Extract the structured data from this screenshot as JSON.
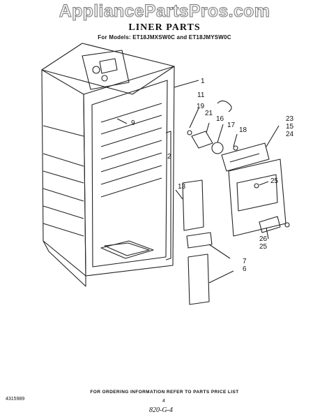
{
  "watermark": "AppliancePartsPros.com",
  "header": {
    "title": "LINER PARTS",
    "models": "For Models: ET18JMXSW0C and ET18JMYSW0C"
  },
  "callouts": [
    "1",
    "11",
    "19",
    "21",
    "16",
    "17",
    "18",
    "23",
    "15",
    "24",
    "25",
    "2",
    "9",
    "13",
    "26",
    "25",
    "7",
    "6"
  ],
  "footer": {
    "order_note": "FOR ORDERING INFORMATION REFER TO PARTS PRICE LIST",
    "doc_number": "4315989",
    "page": "4",
    "handwritten": "820-G-4"
  }
}
